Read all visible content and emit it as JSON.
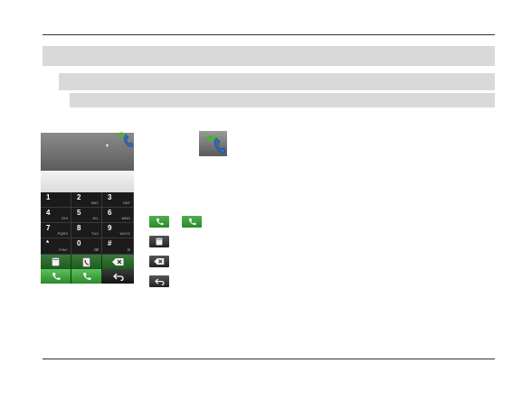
{
  "keypad": {
    "keys": [
      {
        "digit": "1",
        "letters": ""
      },
      {
        "digit": "2",
        "letters": "ABC"
      },
      {
        "digit": "3",
        "letters": "DEF"
      },
      {
        "digit": "4",
        "letters": "GHI"
      },
      {
        "digit": "5",
        "letters": "JKL"
      },
      {
        "digit": "6",
        "letters": "MNO"
      },
      {
        "digit": "7",
        "letters": "PQRS"
      },
      {
        "digit": "8",
        "letters": "TUV"
      },
      {
        "digit": "9",
        "letters": "WXYZ"
      },
      {
        "digit": "*",
        "letters": "P/W+"
      },
      {
        "digit": "0",
        "letters": "⌫"
      },
      {
        "digit": "#",
        "letters": "✉"
      }
    ]
  },
  "icons": {
    "call_switch": "phone-switch-icon",
    "call": "phone-call-icon",
    "contacts": "contacts-icon",
    "backspace": "backspace-icon",
    "back": "back-arrow-icon"
  },
  "colors": {
    "call_green": "#2a8a2a",
    "bar_gray": "#d9d9d9",
    "keypad_bg": "#1b1b1b"
  }
}
